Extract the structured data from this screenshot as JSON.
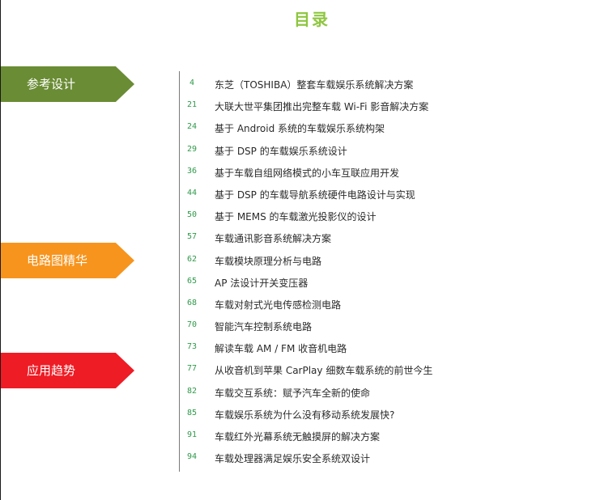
{
  "page_title": "目录",
  "sections": [
    {
      "label": "参考设计",
      "color": "#6a8c34"
    },
    {
      "label": "电路图精华",
      "color": "#f7941d"
    },
    {
      "label": "应用趋势",
      "color": "#ee1c25"
    }
  ],
  "toc": [
    {
      "page": "4",
      "title": "东芝（TOSHIBA）整套车载娱乐系统解决方案"
    },
    {
      "page": "21",
      "title": "大联大世平集团推出完整车载 Wi-Fi 影音解决方案"
    },
    {
      "page": "24",
      "title": "基于 Android 系统的车载娱乐系统构架"
    },
    {
      "page": "29",
      "title": "基于 DSP 的车载娱乐系统设计"
    },
    {
      "page": "36",
      "title": "基于车载自组网络模式的小车互联应用开发"
    },
    {
      "page": "44",
      "title": "基于 DSP 的车载导航系统硬件电路设计与实现"
    },
    {
      "page": "50",
      "title": "基于 MEMS 的车载激光投影仪的设计"
    },
    {
      "page": "57",
      "title": "车载通讯影音系统解决方案"
    },
    {
      "page": "62",
      "title": "车载模块原理分析与电路"
    },
    {
      "page": "65",
      "title": "AP 法设计开关变压器"
    },
    {
      "page": "68",
      "title": "车载对射式光电传感检测电路"
    },
    {
      "page": "70",
      "title": "智能汽车控制系统电路"
    },
    {
      "page": "73",
      "title": "解读车载 AM / FM 收音机电路"
    },
    {
      "page": "77",
      "title": "从收音机到苹果 CarPlay 细数车载系统的前世今生"
    },
    {
      "page": "82",
      "title": "车载交互系统：赋予汽车全新的使命"
    },
    {
      "page": "85",
      "title": "车载娱乐系统为什么没有移动系统发展快?"
    },
    {
      "page": "91",
      "title": "车载红外光幕系统无触摸屏的解决方案"
    },
    {
      "page": "94",
      "title": "车载处理器满足娱乐安全系统双设计"
    }
  ]
}
